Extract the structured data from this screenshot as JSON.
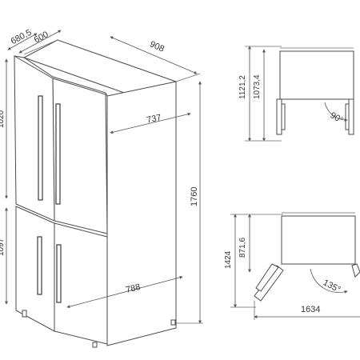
{
  "dimensions": {
    "width_outer": "680,5",
    "depth": "600",
    "width": "908",
    "door_depth_open_top": "737",
    "door_depth_open_bottom": "788",
    "height": "1760",
    "height_upper_partial": "1020",
    "height_lower_partial": "1097",
    "top_view_1": "1121,2",
    "top_view_2": "1073,4",
    "angle_top": "90°",
    "bottom_view_1": "1424",
    "bottom_view_2": "871,6",
    "angle_bottom": "135°",
    "total_width_open": "1634"
  },
  "colors": {
    "line": "#4a4a4a",
    "text": "#333333"
  }
}
